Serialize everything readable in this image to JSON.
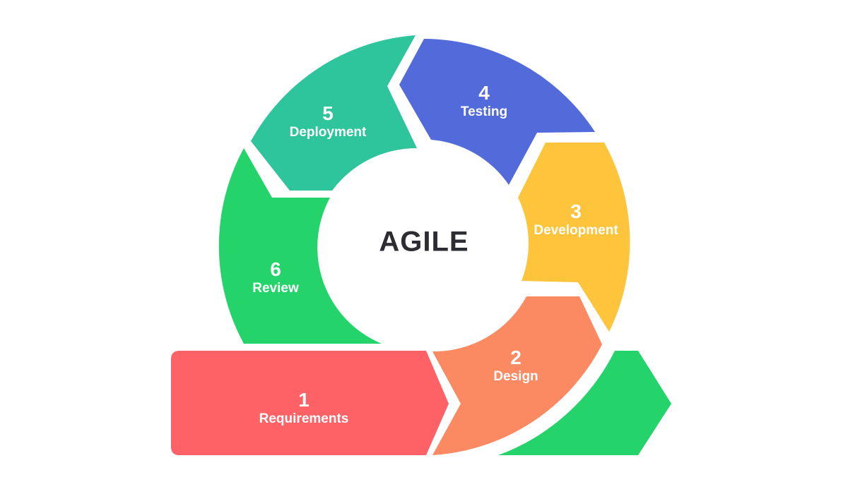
{
  "title": "AGILE",
  "steps": [
    {
      "number": "1",
      "label": "Requirements",
      "color": "#fe6166"
    },
    {
      "number": "2",
      "label": "Design",
      "color": "#fb8961"
    },
    {
      "number": "3",
      "label": "Development",
      "color": "#fdc43c"
    },
    {
      "number": "4",
      "label": "Testing",
      "color": "#536bda"
    },
    {
      "number": "5",
      "label": "Deployment",
      "color": "#2ec49c"
    },
    {
      "number": "6",
      "label": "Review",
      "color": "#24d46b"
    }
  ],
  "extra_arrow_color": "#24d46b",
  "center_text_color": "#2b2d33"
}
